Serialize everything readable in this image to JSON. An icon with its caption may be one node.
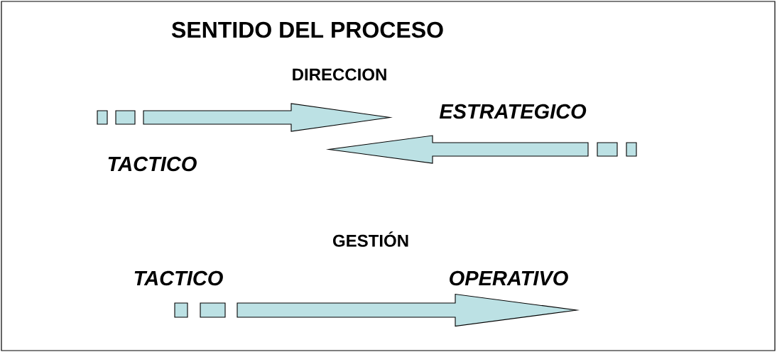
{
  "diagram": {
    "title": "SENTIDO DEL PROCESO",
    "nodes": [
      {
        "text": [
          "TACTICO"
        ]
      },
      {
        "text": [
          "ESTRATEGICO"
        ]
      },
      {
        "text": [
          "TACTICO"
        ]
      },
      {
        "text": [
          "OPERATIVO"
        ]
      }
    ],
    "edges": [
      {
        "from": 0,
        "to": 1,
        "arrow": "to"
      },
      {
        "from": 1,
        "to": 0,
        "arrow": "to"
      },
      {
        "from": 2,
        "to": 3,
        "arrow": "to"
      }
    ],
    "labels": [
      "DIRECCION",
      "GESTIÓN"
    ]
  }
}
